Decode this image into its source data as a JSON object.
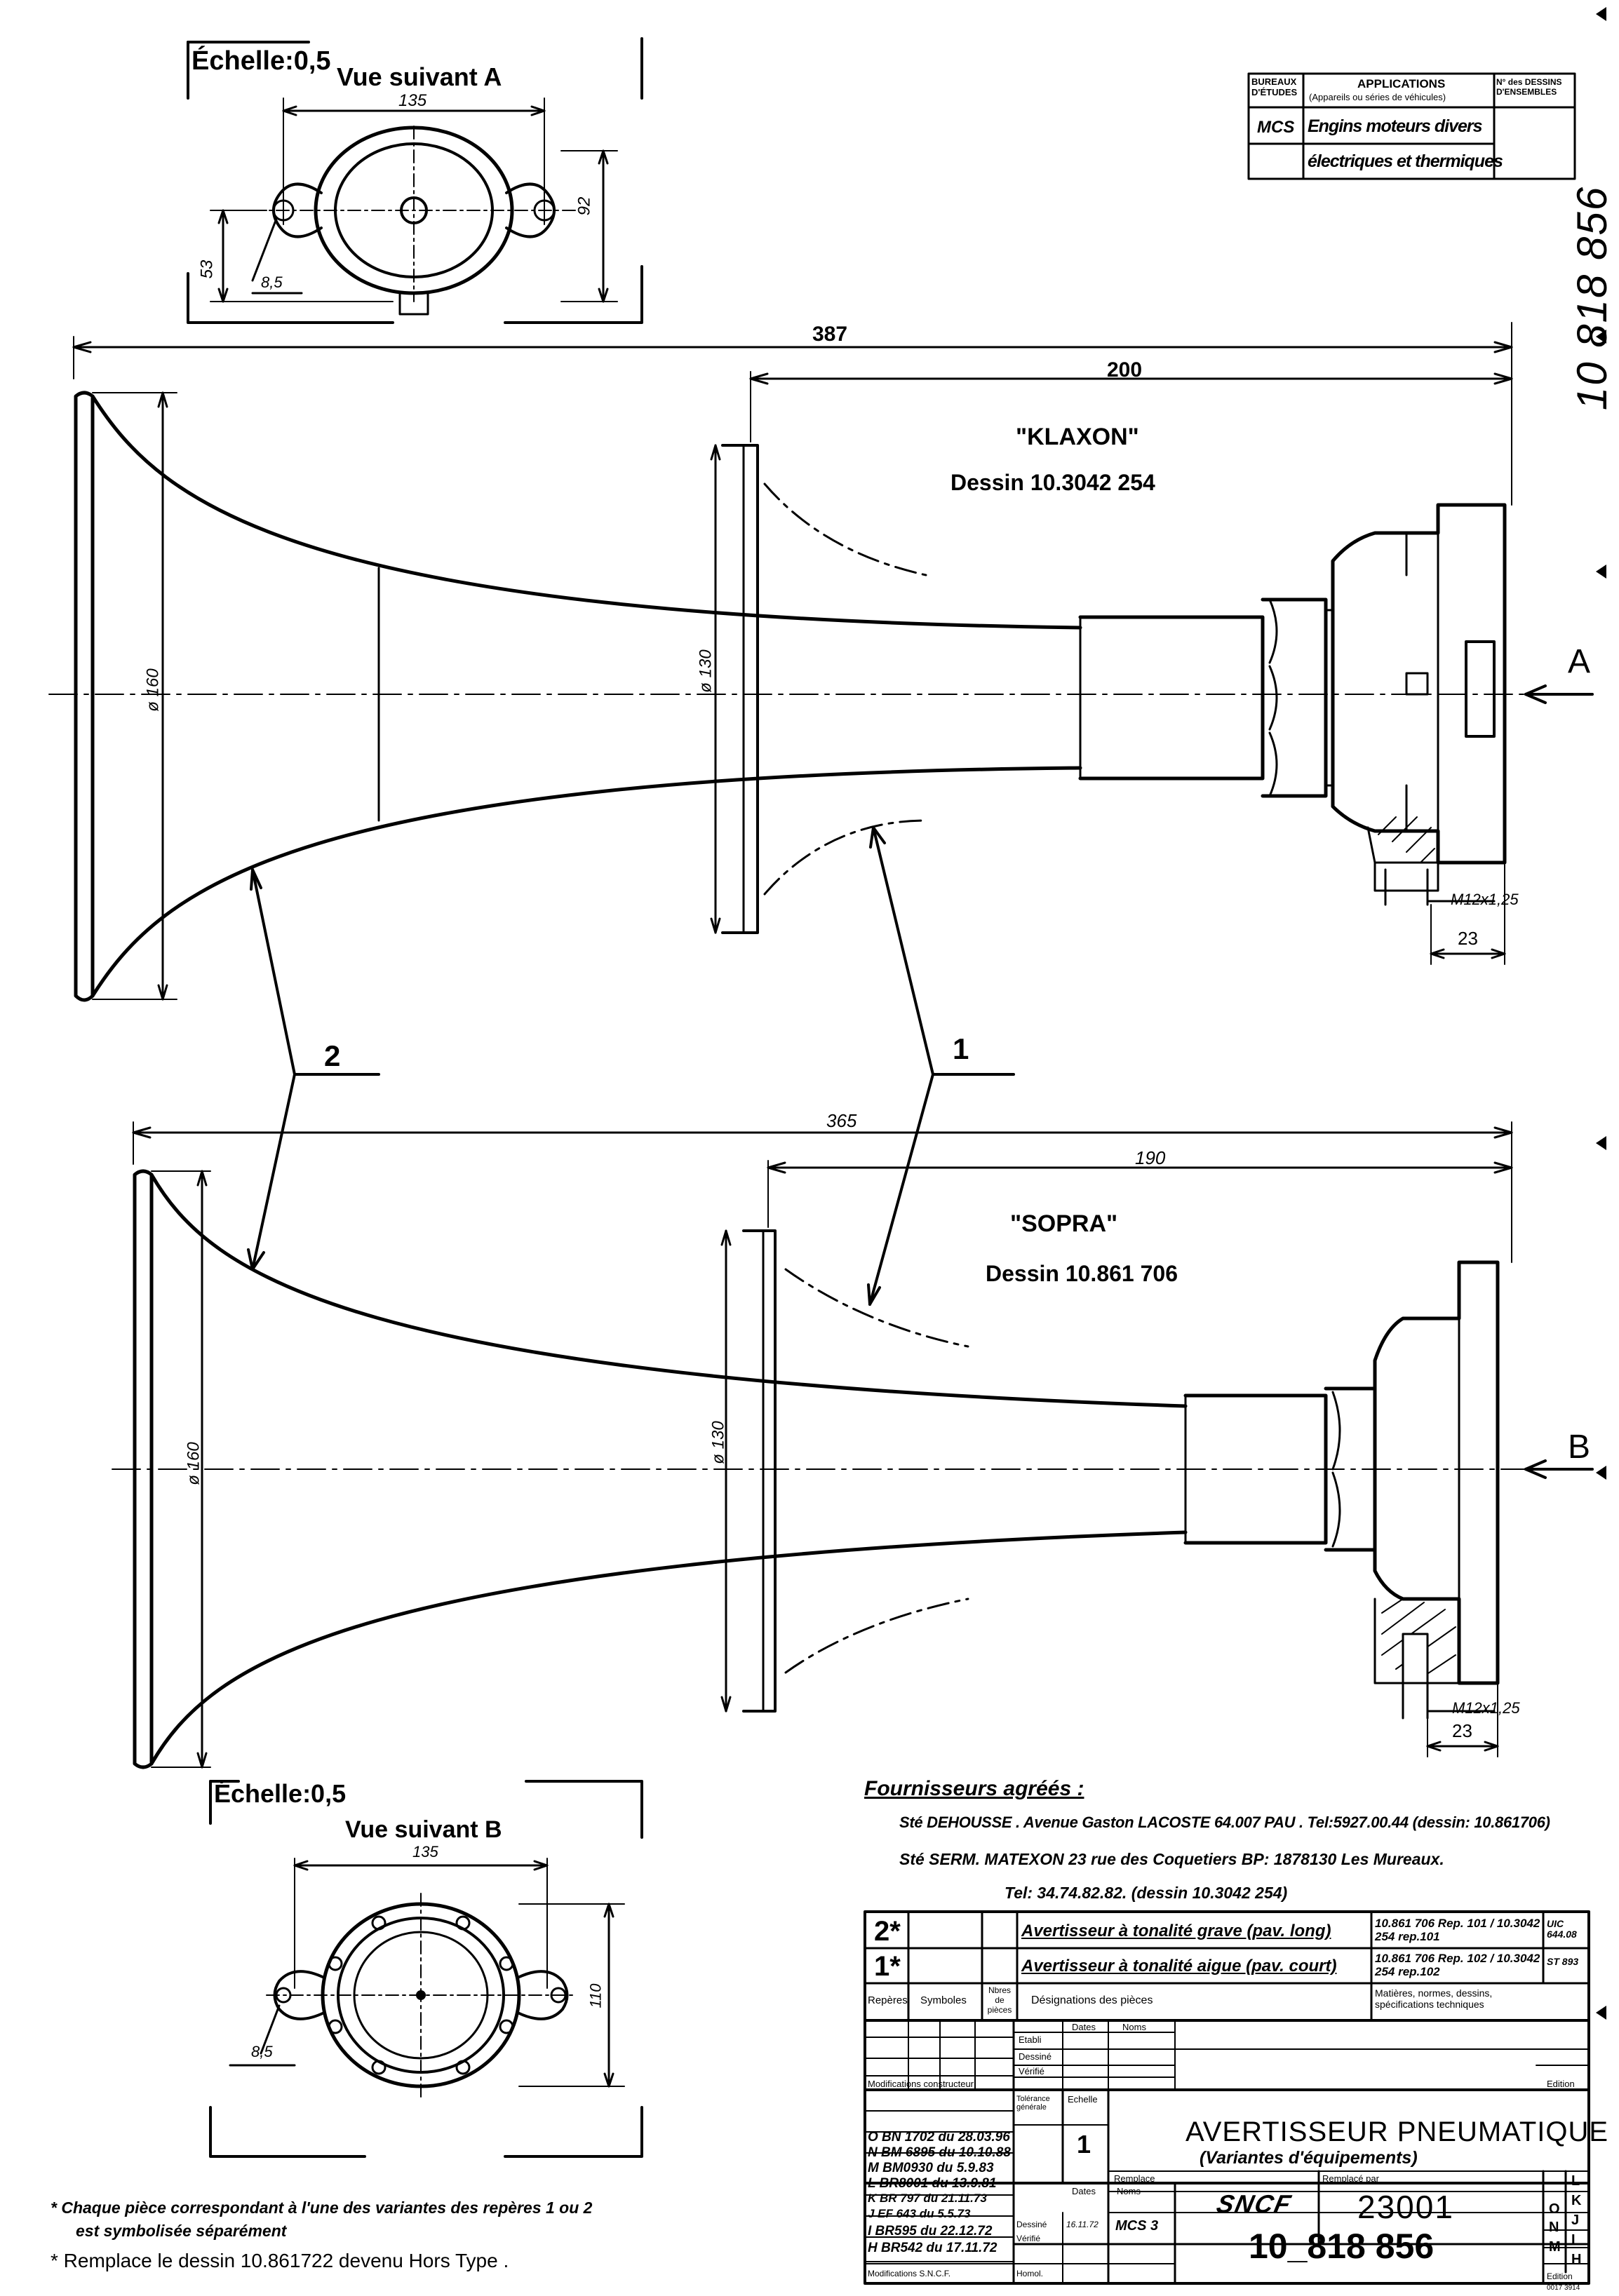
{
  "view_a": {
    "scale": "Échelle:0,5",
    "title": "Vue suivant A",
    "dim_width": "135",
    "dim_height": "92",
    "dim_left": "53",
    "dim_hole": "8,5"
  },
  "view_b": {
    "scale": "Échelle:0,5",
    "title": "Vue suivant B",
    "dim_width": "135",
    "dim_height": "110",
    "dim_hole": "8,5"
  },
  "applications_table": {
    "col1": "BUREAUX D'ÉTUDES",
    "col2_title": "APPLICATIONS",
    "col2_sub": "(Appareils ou séries de véhicules)",
    "col3": "N° des DESSINS D'ENSEMBLES",
    "row_bureau": "MCS",
    "row_line1": "Engins moteurs divers",
    "row_line2": "électriques et thermiques"
  },
  "side_number": "10 818 856",
  "klaxon": {
    "title": "\"KLAXON\"",
    "drawing": "Dessin  10.3042 254",
    "dim_overall": "387",
    "dim_partial": "200",
    "dia_bell": "ø 160",
    "dia_rim": "ø 130",
    "thread": "M12x1,25",
    "dim_base": "23",
    "arrow": "A"
  },
  "sopra": {
    "title": "\"SOPRA\"",
    "drawing": "Dessin  10.861 706",
    "dim_overall": "365",
    "dim_partial": "190",
    "dia_bell": "ø 160",
    "dia_rim": "ø 130",
    "thread": "M12x1,25",
    "dim_base": "23",
    "arrow": "B"
  },
  "callouts": {
    "c2": "2",
    "c1": "1"
  },
  "suppliers": {
    "heading": "Fournisseurs agréés :",
    "line1": "Sté DEHOUSSE . Avenue Gaston LACOSTE  64.007 PAU . Tel:5927.00.44 (dessin: 10.861706)",
    "line2": "Sté SERM. MATEXON  23 rue des Coquetiers  BP: 1878130  Les Mureaux.",
    "line3": "Tel: 34.74.82.82.  (dessin 10.3042 254)"
  },
  "parts_table": {
    "rows": [
      {
        "rep": "2*",
        "designation": "Avertisseur à tonalité grave (pav. long)",
        "ref": "10.861 706 Rep. 101 / 10.3042 254 rep.101",
        "uic": "UIC 644.08"
      },
      {
        "rep": "1*",
        "designation": "Avertisseur à tonalité aigue (pav. court)",
        "ref": "10.861 706 Rep. 102 / 10.3042 254 rep.102",
        "uic": "ST 893"
      }
    ],
    "h_reperes": "Repères",
    "h_symboles": "Symboles",
    "h_nbres": "Nbres de pièces",
    "h_designations": "Désignations des pièces",
    "h_matieres": "Matières, normes, dessins, spécifications techniques"
  },
  "title_block": {
    "dates": "Dates",
    "noms": "Noms",
    "etabli": "Etabli",
    "dessine": "Dessiné",
    "verifie": "Vérifié",
    "modif_constructeur": "Modifications constructeur",
    "edition": "Edition",
    "tolerance": "Tolérance générale",
    "echelle_label": "Echelle",
    "echelle_value": "1",
    "title": "AVERTISSEUR   PNEUMATIQUE",
    "subtitle": "(Variantes  d'équipements)",
    "remplace": "Remplace",
    "remplace_par": "Remplacé par",
    "sncf": "SNCF",
    "number_small": "23001",
    "number_main": "10_818 856",
    "modif_sncf": "Modifications S.N.C.F.",
    "homol": "Homol.",
    "dessine_val": "16.11.72",
    "dessine_name": "MCS 3",
    "editions": [
      "O",
      "N",
      "M",
      "L",
      "K",
      "J",
      "I",
      "H"
    ],
    "mods": [
      "O BN 1702 du 28.03.96",
      "N BM 6895 du 10.10.88",
      "M BM0930 du 5.9.83",
      "L BR8001 du 13.9.81",
      "K BR 797 du 21.11.73",
      "J EF 643 du 5.5.73",
      "I BR595 du 22.12.72",
      "H BR542 du 17.11.72"
    ],
    "side_letters": [
      "L",
      "K",
      "O",
      "J",
      "N",
      "I",
      "M",
      "H"
    ],
    "ref_tiny": "0017 3914"
  },
  "footnotes": {
    "note1": "* Chaque pièce correspondant à l'une des variantes des repères 1 ou 2",
    "note1b": "est symbolisée séparément",
    "note2": "* Remplace le dessin 10.861722 devenu Hors Type ."
  }
}
